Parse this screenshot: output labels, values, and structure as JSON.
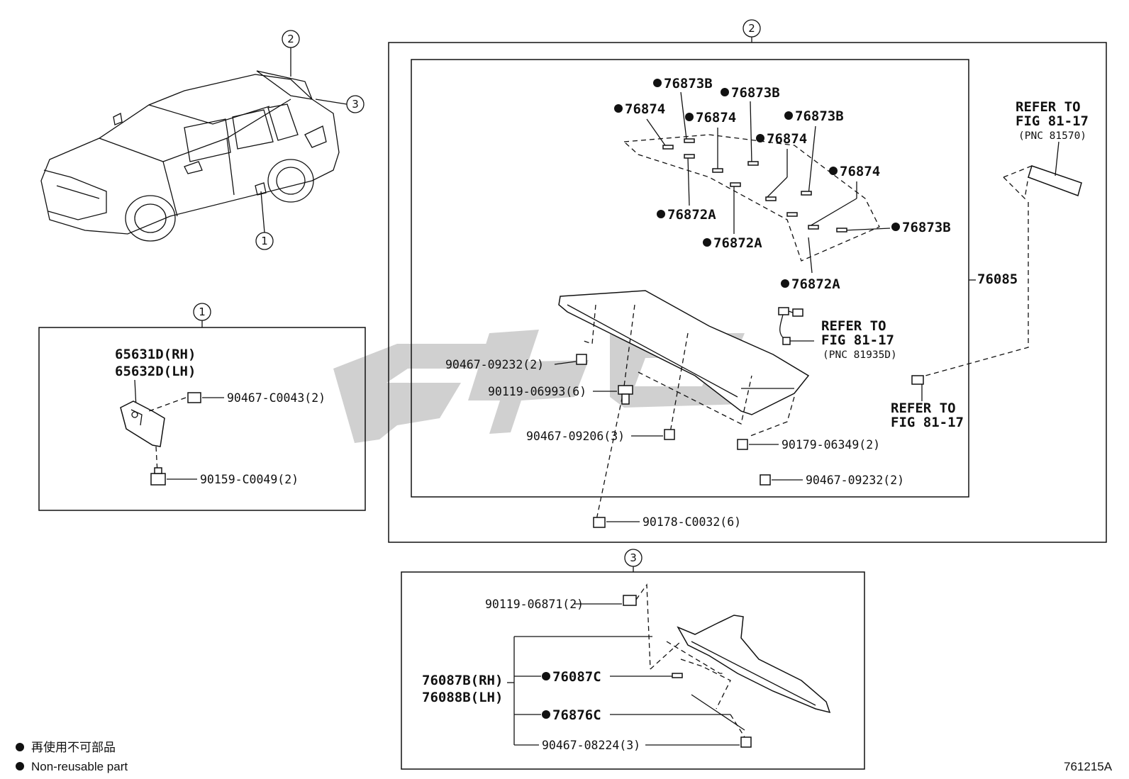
{
  "callouts": {
    "c1": "1",
    "c2": "2",
    "c3": "3"
  },
  "box1": {
    "part_rh": "65631D(RH)",
    "part_lh": "65632D(LH)",
    "clip": "90467-C0043(2)",
    "bolt": "90159-C0049(2)"
  },
  "box2": {
    "seals": {
      "s1": "76873B",
      "s2": "76873B",
      "s3": "76874",
      "s4": "76874",
      "s5": "76873B",
      "s6": "76874",
      "s7": "76874",
      "s8": "76873B",
      "s9": "76872A",
      "s10": "76872A",
      "s11": "76872A"
    },
    "spoiler": "76085",
    "refer_stop_lamp": {
      "l1": "REFER TO",
      "l2": "FIG 81-17",
      "l3": "(PNC 81570)"
    },
    "refer_wire": {
      "l1": "REFER TO",
      "l2": "FIG 81-17",
      "l3": "(PNC 81935D)"
    },
    "refer_screw": {
      "l1": "REFER TO",
      "l2": "FIG 81-17"
    },
    "fasteners": {
      "f1": "90467-09232(2)",
      "f2": "90119-06993(6)",
      "f3": "90467-09206(3)",
      "f4": "90179-06349(2)",
      "f5": "90467-09232(2)",
      "f6": "90178-C0032(6)"
    }
  },
  "box3": {
    "screw": "90119-06871(2)",
    "part_rh": "76087B(RH)",
    "part_lh": "76088B(LH)",
    "seal_a": "76087C",
    "seal_b": "76876C",
    "clip": "90467-08224(3)"
  },
  "legend": {
    "jp": "再使用不可部品",
    "en": "Non-reusable part"
  },
  "diagram_id": "761215A",
  "colors": {
    "line": "#111111",
    "watermark": "#c8c8c8"
  }
}
